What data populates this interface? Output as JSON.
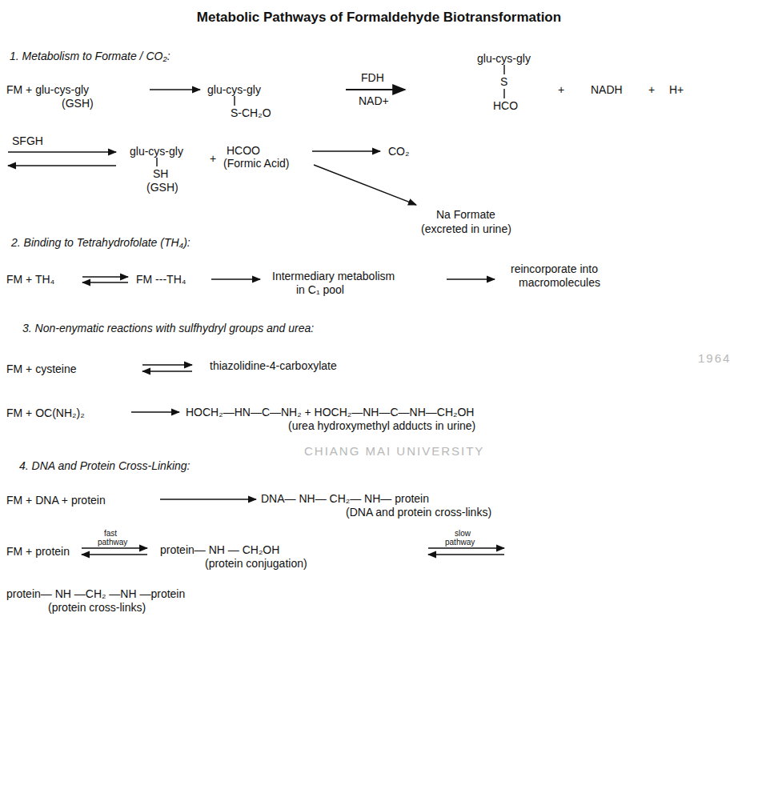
{
  "diagram": {
    "title": "Metabolic Pathways of Formaldehyde Biotransformation",
    "labels": [
      "1. Metabolism to Formate / CO₂:",
      "FM + glu-cys-gly",
      "(GSH)",
      "glu-cys-gly",
      "S-CH₂O",
      "FDH",
      "NAD+",
      "glu-cys-gly",
      "S",
      "HCO",
      "+",
      "NADH",
      "+",
      "H+",
      "SFGH",
      "glu-cys-gly",
      "SH",
      "(GSH)",
      "+",
      "HCOO",
      "(Formic Acid)",
      "CO₂",
      "Na Formate",
      "(excreted in urine)",
      "2. Binding to Tetrahydrofolate (TH₄):",
      "FM + TH₄",
      "FM ---TH₄",
      "Intermediary metabolism",
      "in C₁ pool",
      "reincorporate into",
      "macromolecules",
      "3. Non-enymatic reactions with sulfhydryl groups and urea:",
      "FM + cysteine",
      "thiazolidine-4-carboxylate",
      "FM + OC(NH₂)₂",
      "HOCH₂—HN—C—NH₂ + HOCH₂—NH—C—NH—CH₂OH",
      "(urea hydroxymethyl adducts in urine)",
      "4. DNA and Protein Cross-Linking:",
      "FM + DNA + protein",
      "DNA— NH— CH₂— NH— protein",
      "(DNA and protein cross-links)",
      "fast",
      "pathway",
      "FM + protein",
      "protein— NH — CH₂OH",
      "(protein conjugation)",
      "slow",
      "pathway",
      "protein— NH —CH₂ —NH —protein",
      "(protein cross-links)",
      "CHIANG MAI UNIVERSITY",
      "1964"
    ]
  }
}
